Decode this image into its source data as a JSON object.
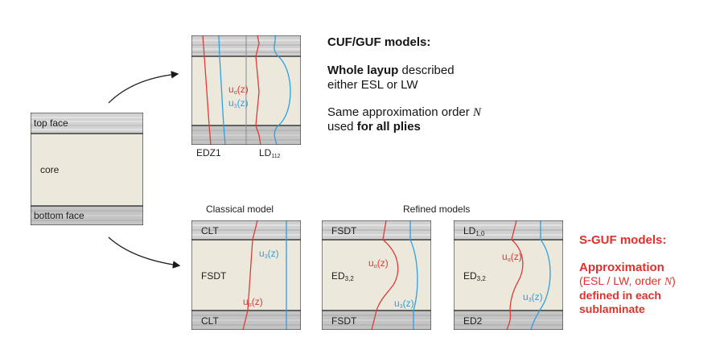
{
  "laminate": {
    "top_label": "top face",
    "core_label": "core",
    "bottom_label": "bottom face"
  },
  "cuf_panel": {
    "curve_labels": {
      "ua_base": "u",
      "ua_sub": "α",
      "ua_arg": "(z)",
      "u3_base": "u",
      "u3_sub": "3",
      "u3_arg": "(z)"
    },
    "caption_left": "EDZ1",
    "caption_right_base": "LD",
    "caption_right_sub": "112"
  },
  "cuf_text": {
    "heading": "CUF/GUF models:",
    "line1_bold": "Whole layup",
    "line1_rest": " described",
    "line2": "either ESL or LW",
    "line3_pre": "Same approximation order ",
    "line3_var": "N",
    "line4_pre": "used ",
    "line4_bold": "for all plies"
  },
  "sguf_captions": {
    "classical": "Classical model",
    "refined": "Refined models"
  },
  "panel_classical": {
    "top": "CLT",
    "core": "FSDT",
    "bottom": "CLT",
    "u3_base": "u",
    "u3_sub": "3",
    "u3_arg": "(z)",
    "ua_base": "u",
    "ua_sub": "α",
    "ua_arg": "(z)"
  },
  "panel_refined1": {
    "top": "FSDT",
    "core_base": "ED",
    "core_sub": "3,2",
    "bottom": "FSDT",
    "ua_base": "u",
    "ua_sub": "α",
    "ua_arg": "(z)",
    "u3_base": "u",
    "u3_sub": "3",
    "u3_arg": "(z)"
  },
  "panel_refined2": {
    "top_base": "LD",
    "top_sub": "1,0",
    "core_base": "ED",
    "core_sub": "3,2",
    "bottom": "ED2",
    "ua_base": "u",
    "ua_sub": "α",
    "ua_arg": "(z)",
    "u3_base": "u",
    "u3_sub": "3",
    "u3_arg": "(z)"
  },
  "sguf_text": {
    "heading": "S-GUF models:",
    "line1": "Approximation",
    "line2_pre": "(ESL / LW, order ",
    "line2_var": "N",
    "line2_post": ")",
    "line3": "defined in each",
    "line4": "sublaminate"
  },
  "colors": {
    "red_curve": "#e03a36",
    "blue_curve": "#2ea0e0",
    "red_text": "#e0302a",
    "face_gray": "#c9c9c9",
    "core_beige": "#ece8dc",
    "frame": "#3a3a3a"
  }
}
